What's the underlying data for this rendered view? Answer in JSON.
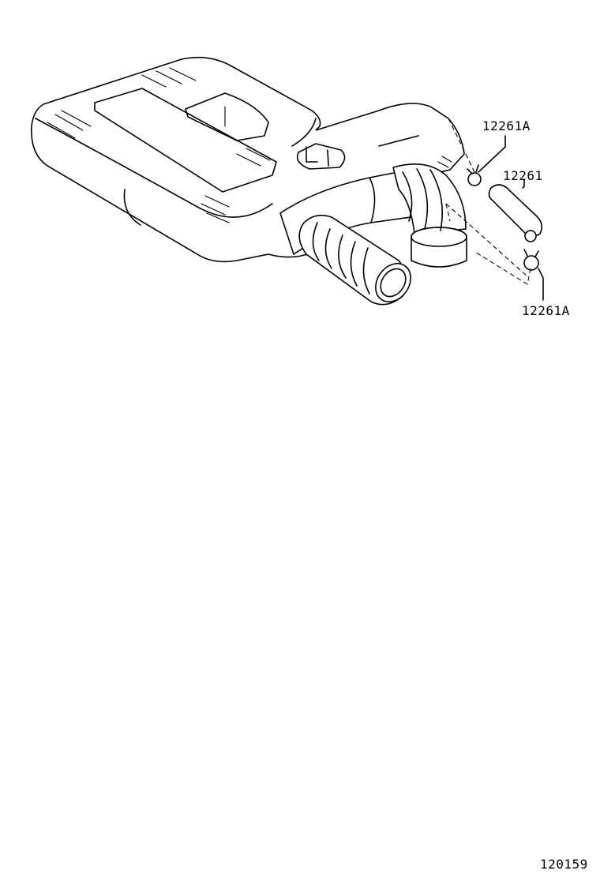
{
  "labels": {
    "clamp_upper": "12261A",
    "hose": "12261",
    "clamp_lower": "12261A"
  },
  "figure_number": "120159"
}
